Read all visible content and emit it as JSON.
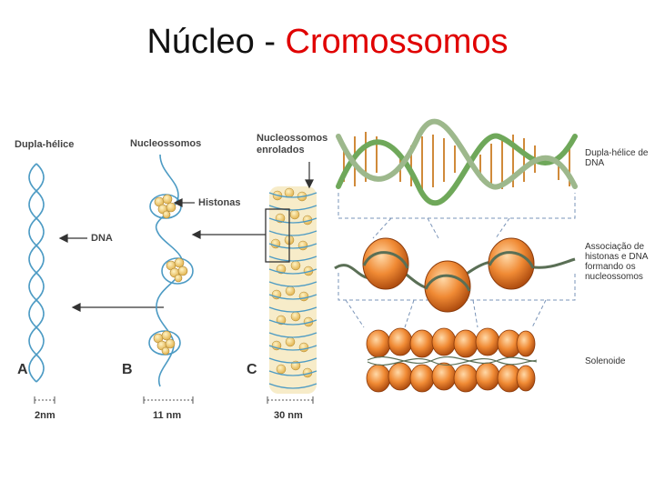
{
  "title": {
    "part1": "Núcleo - ",
    "part2": "Cromossomos"
  },
  "left_panel": {
    "labels": {
      "dupla_helice": "Dupla-hélice",
      "nucleossomos": "Nucleossomos",
      "nucleossomos_enrolados": "Nucleossomos enrolados",
      "histonas": "Histonas",
      "dna": "DNA"
    },
    "stages": [
      "A",
      "B",
      "C"
    ],
    "scales": [
      "2nm",
      "11 nm",
      "30 nm"
    ]
  },
  "right_panel": {
    "labels": {
      "dupla_helice": "Dupla-hélice de DNA",
      "associacao": "Associação de histonas e DNA formando os nucleossomos",
      "solenoide": "Solenoide"
    }
  },
  "colors": {
    "accent": "#e00000",
    "histone": "#e07a2a",
    "dna_strand": "#8aa07a",
    "helix": "#5a9ab8"
  }
}
